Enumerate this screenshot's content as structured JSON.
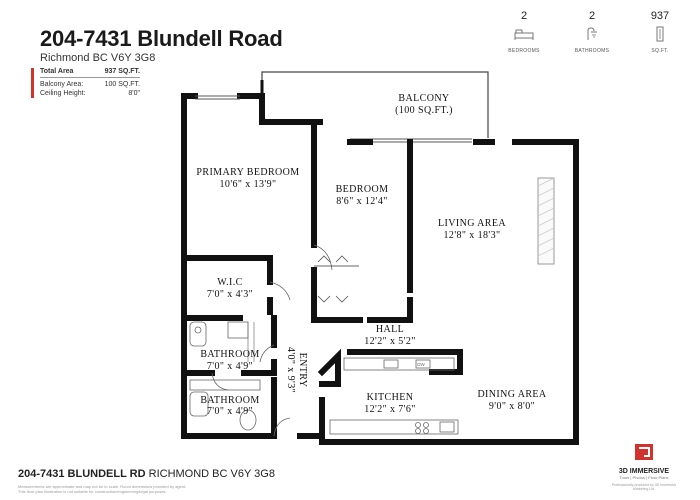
{
  "header": {
    "title": "204-7431 Blundell Road",
    "subtitle": "Richmond BC V6Y 3G8",
    "stats": [
      {
        "label": "Total Area",
        "value": "937 SQ.FT."
      },
      {
        "label": "Balcony Area:",
        "value": "100 SQ.FT."
      },
      {
        "label": "Ceiling Height:",
        "value": "8'0\""
      }
    ]
  },
  "specs": [
    {
      "value": "2",
      "label": "BEDROOMS",
      "icon": "bed-icon"
    },
    {
      "value": "2",
      "label": "BATHROOMS",
      "icon": "shower-icon"
    },
    {
      "value": "937",
      "label": "SQ.FT.",
      "icon": "area-icon"
    }
  ],
  "rooms": {
    "balcony": {
      "name": "BALCONY",
      "dim": "(100 SQ.FT.)"
    },
    "primary_bedroom": {
      "name": "PRIMARY BEDROOM",
      "dim": "10'6\" x 13'9\""
    },
    "bedroom": {
      "name": "BEDROOM",
      "dim": "8'6\" x 12'4\""
    },
    "living": {
      "name": "LIVING AREA",
      "dim": "12'8\" x 18'3\""
    },
    "wic": {
      "name": "W.I.C",
      "dim": "7'0\" x 4'3\""
    },
    "hall": {
      "name": "HALL",
      "dim": "12'2\" x 5'2\""
    },
    "bathroom1": {
      "name": "BATHROOM",
      "dim": "7'0\" x 4'9\""
    },
    "bathroom2": {
      "name": "BATHROOM",
      "dim": "7'0\" x 4'9\""
    },
    "entry": {
      "name": "ENTRY",
      "dim": "4'0\" x 9'3\""
    },
    "kitchen": {
      "name": "KITCHEN",
      "dim": "12'2\" x 7'6\""
    },
    "dining": {
      "name": "DINING AREA",
      "dim": "9'0\" x 8'0\""
    },
    "appliance_dw": "DW"
  },
  "footer": {
    "address_bold": "204-7431 BLUNDELL RD",
    "address_rest": " RICHMOND BC V6Y 3G8",
    "note1": "Measurements are approximate and may not be to scale. Room dimensions provided by agent.",
    "note2": "This floor plan illustration is not suitable for construction/engineering/legal purposes."
  },
  "brand": {
    "name": "3D IMMERSIVE",
    "tagline": "Tours | Photos | Floor Plans",
    "fine": "Professionally produced by 3D Immersive Marketing Ltd."
  },
  "colors": {
    "accent": "#d0342c",
    "wall": "#111111"
  }
}
